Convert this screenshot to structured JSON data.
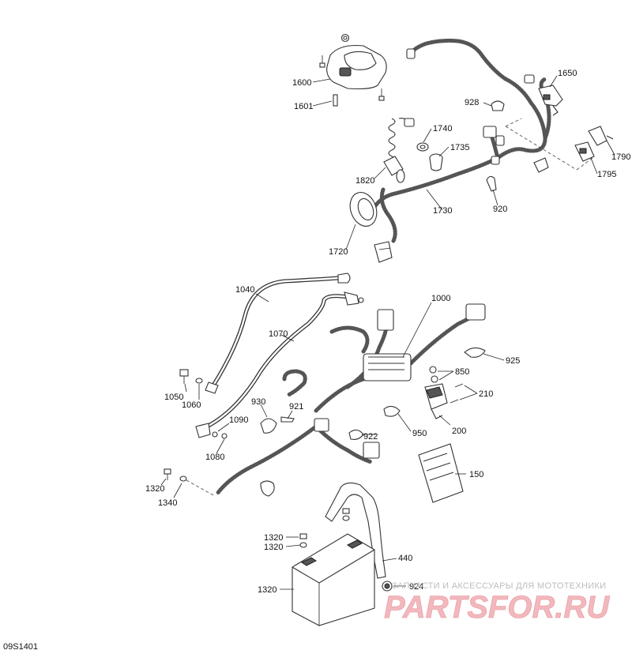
{
  "diagram": {
    "code": "09S1401",
    "parts": [
      "1600",
      "1601",
      "928",
      "1650",
      "1740",
      "1735",
      "1820",
      "1790",
      "1795",
      "1730",
      "920",
      "1720",
      "1040",
      "1000",
      "1070",
      "850",
      "925",
      "210",
      "1050",
      "1060",
      "930",
      "921",
      "1090",
      "950",
      "200",
      "922",
      "1080",
      "150",
      "1320",
      "1340",
      "440",
      "924"
    ],
    "battery_screws": [
      "1320",
      "1320"
    ],
    "battery": "1320"
  },
  "watermark": {
    "tagline": "ЗАПЧАСТИ И АКСЕССУАРЫ ДЛЯ МОТОТЕХНИКИ",
    "logo": "PARTSFOR.RU"
  },
  "colors": {
    "line": "#333333",
    "watermark_logo": "#f2b8bd",
    "watermark_text": "#bdbdbd"
  }
}
